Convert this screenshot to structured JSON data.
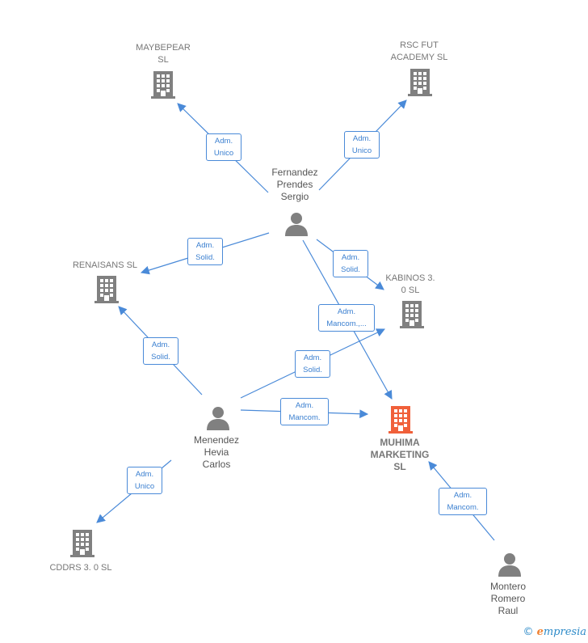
{
  "colors": {
    "edge": "#4a8ad8",
    "company_icon": "#808080",
    "focus_icon": "#f0603a",
    "person_icon": "#808080"
  },
  "nodes": {
    "maybepear": {
      "label": "MAYBEPEAR\nSL",
      "type": "company"
    },
    "rsc": {
      "label": "RSC FUT\nACADEMY  SL",
      "type": "company"
    },
    "renaisans": {
      "label": "RENAISANS  SL",
      "type": "company"
    },
    "kabinos": {
      "label": "KABINOS 3.\n0  SL",
      "type": "company"
    },
    "muhima": {
      "label": "MUHIMA\nMARKETING\nSL",
      "type": "focus-company"
    },
    "cddrs": {
      "label": "CDDRS 3. 0  SL",
      "type": "company"
    },
    "fernandez": {
      "label": "Fernandez\nPrendes\nSergio",
      "type": "person"
    },
    "menendez": {
      "label": "Menendez\nHevia\nCarlos",
      "type": "person"
    },
    "montero": {
      "label": "Montero\nRomero\nRaul",
      "type": "person"
    }
  },
  "edges": {
    "e1": {
      "label": "Adm.\nUnico"
    },
    "e2": {
      "label": "Adm.\nUnico"
    },
    "e3": {
      "label": "Adm.\nSolid."
    },
    "e4": {
      "label": "Adm.\nSolid."
    },
    "e5": {
      "label": "Adm.\nMancom.,..."
    },
    "e6": {
      "label": "Adm.\nSolid."
    },
    "e7": {
      "label": "Adm.\nSolid."
    },
    "e8": {
      "label": "Adm.\nMancom."
    },
    "e9": {
      "label": "Adm.\nUnico"
    },
    "e10": {
      "label": "Adm.\nMancom."
    }
  },
  "footer": {
    "copyright": "©",
    "brand_e": "e",
    "brand_rest": "mpresia"
  }
}
